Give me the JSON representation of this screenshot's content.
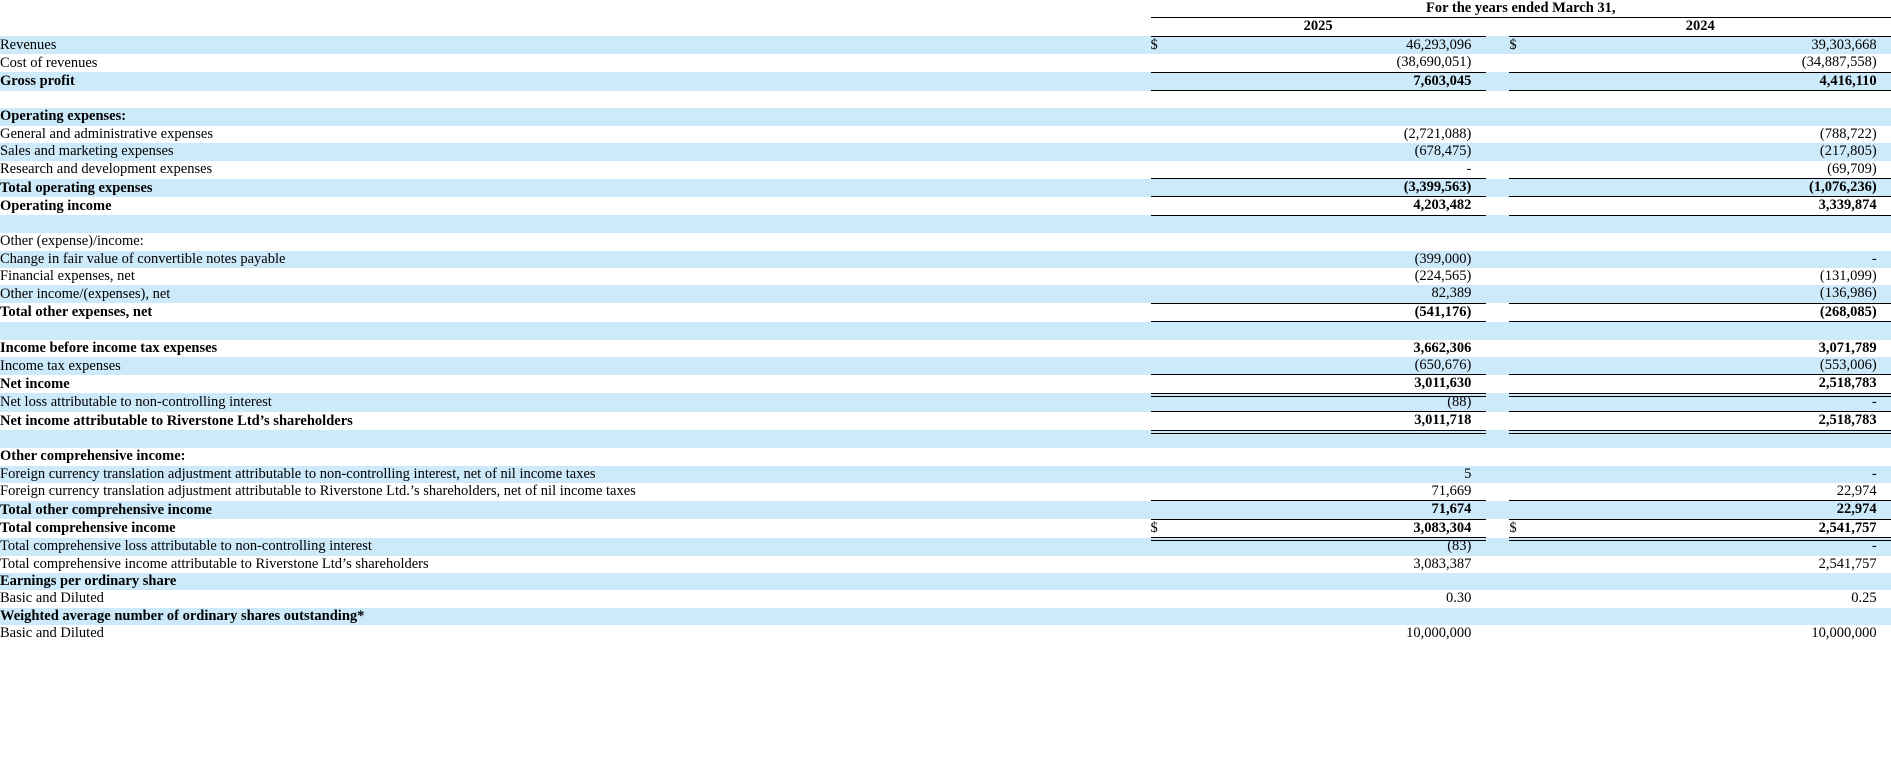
{
  "statement": {
    "header": {
      "period_title": "For the years ended March 31,",
      "years": [
        "2025",
        "2024"
      ],
      "currency_symbol": "$"
    },
    "rows": [
      {
        "label": "Revenues",
        "y2025": "46,293,096",
        "y2024": "39,303,668",
        "cur": true,
        "bold": false
      },
      {
        "label": "Cost of revenues",
        "y2025": "(38,690,051)",
        "y2024": "(34,887,558)",
        "bold": false
      },
      {
        "label": "Gross profit",
        "y2025": "7,603,045",
        "y2024": "4,416,110",
        "bold": true
      },
      {
        "label": "",
        "y2025": "",
        "y2024": "",
        "spacer": true
      },
      {
        "label": "Operating expenses:",
        "y2025": "",
        "y2024": "",
        "bold": true
      },
      {
        "label": "General and administrative expenses",
        "y2025": "(2,721,088)",
        "y2024": "(788,722)",
        "bold": false
      },
      {
        "label": "Sales and marketing expenses",
        "y2025": "(678,475)",
        "y2024": "(217,805)",
        "bold": false
      },
      {
        "label": "Research and development expenses",
        "y2025": "-",
        "y2024": "(69,709)",
        "bold": false
      },
      {
        "label": "Total operating expenses",
        "y2025": "(3,399,563)",
        "y2024": "(1,076,236)",
        "bold": true
      },
      {
        "label": "Operating income",
        "y2025": "4,203,482",
        "y2024": "3,339,874",
        "bold": true
      },
      {
        "label": "",
        "y2025": "",
        "y2024": "",
        "spacer": true
      },
      {
        "label": "Other (expense)/income:",
        "y2025": "",
        "y2024": "",
        "bold": false
      },
      {
        "label": "Change in fair value of convertible notes payable",
        "y2025": "(399,000)",
        "y2024": "-",
        "bold": false,
        "indent": true
      },
      {
        "label": "Financial expenses, net",
        "y2025": "(224,565)",
        "y2024": "(131,099)",
        "bold": false,
        "indent": true
      },
      {
        "label": "Other income/(expenses), net",
        "y2025": "82,389",
        "y2024": "(136,986)",
        "bold": false,
        "indent": true
      },
      {
        "label": "Total other expenses, net",
        "y2025": "(541,176)",
        "y2024": "(268,085)",
        "bold": true
      },
      {
        "label": "",
        "y2025": "",
        "y2024": "",
        "spacer": true
      },
      {
        "label": "Income before income tax expenses",
        "y2025": "3,662,306",
        "y2024": "3,071,789",
        "bold": true
      },
      {
        "label": "Income tax expenses",
        "y2025": "(650,676)",
        "y2024": "(553,006)",
        "bold": false
      },
      {
        "label": "Net income",
        "y2025": "3,011,630",
        "y2024": "2,518,783",
        "bold": true
      },
      {
        "label": "Net loss attributable to non-controlling interest",
        "y2025": "(88)",
        "y2024": "-",
        "bold": false
      },
      {
        "label": "Net income attributable to Riverstone Ltd’s shareholders",
        "y2025": "3,011,718",
        "y2024": "2,518,783",
        "bold": true
      },
      {
        "label": "",
        "y2025": "",
        "y2024": "",
        "spacer": true
      },
      {
        "label": "Other comprehensive income:",
        "y2025": "",
        "y2024": "",
        "bold": true
      },
      {
        "label": "Foreign currency translation adjustment attributable to non-controlling interest, net of nil income taxes",
        "y2025": "5",
        "y2024": "-",
        "bold": false
      },
      {
        "label": "Foreign currency translation adjustment attributable to Riverstone Ltd.’s shareholders, net of nil income taxes",
        "y2025": "71,669",
        "y2024": "22,974",
        "bold": false
      },
      {
        "label": "Total other comprehensive income",
        "y2025": "71,674",
        "y2024": "22,974",
        "bold": true
      },
      {
        "label": "Total comprehensive income",
        "y2025": "3,083,304",
        "y2024": "2,541,757",
        "cur": true,
        "bold": true
      },
      {
        "label": "Total comprehensive loss attributable to non-controlling interest",
        "y2025": "(83)",
        "y2024": "-",
        "bold": false
      },
      {
        "label": "Total comprehensive income attributable to Riverstone Ltd’s shareholders",
        "y2025": "3,083,387",
        "y2024": "2,541,757",
        "bold": false
      },
      {
        "label": "Earnings per ordinary share",
        "y2025": "",
        "y2024": "",
        "bold": true
      },
      {
        "label": "Basic and Diluted",
        "y2025": "0.30",
        "y2024": "0.25",
        "bold": false
      },
      {
        "label": "Weighted average number of ordinary shares outstanding*",
        "y2025": "",
        "y2024": "",
        "bold": true
      },
      {
        "label": "Basic and Diluted",
        "y2025": "10,000,000",
        "y2024": "10,000,000",
        "bold": false
      }
    ]
  },
  "colors": {
    "row_shade": "#cdeafa",
    "row_plain": "#ffffff",
    "text": "#000000",
    "rule": "#000000"
  }
}
